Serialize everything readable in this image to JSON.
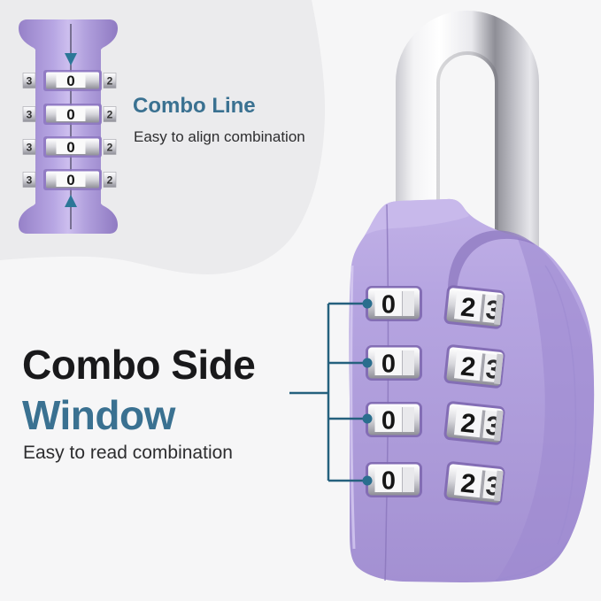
{
  "inset": {
    "title": "Combo Line",
    "subtitle": "Easy to align combination",
    "dials": [
      "0",
      "0",
      "0",
      "0"
    ],
    "left_digit": "3",
    "right_digit": "2"
  },
  "callout": {
    "title_line1": "Combo Side",
    "title_line2": "Window",
    "subtitle": "Easy to read combination"
  },
  "lock": {
    "front_digits": [
      "0",
      "0",
      "0",
      "0"
    ],
    "side_digits": [
      "2",
      "2",
      "2",
      "2"
    ],
    "side_partial_digit": "3"
  },
  "colors": {
    "accent_teal": "#25617e",
    "heading_blue": "#3a7191",
    "title_dark": "#19191b",
    "body_text": "#2d2d2f",
    "purple_main": "#b2a0de",
    "purple_dark": "#8c76c0",
    "chrome_light": "#ffffff",
    "chrome_dark": "#8f8f97",
    "blob_gray": "#ebebed",
    "page_bg": "#f6f6f7"
  }
}
